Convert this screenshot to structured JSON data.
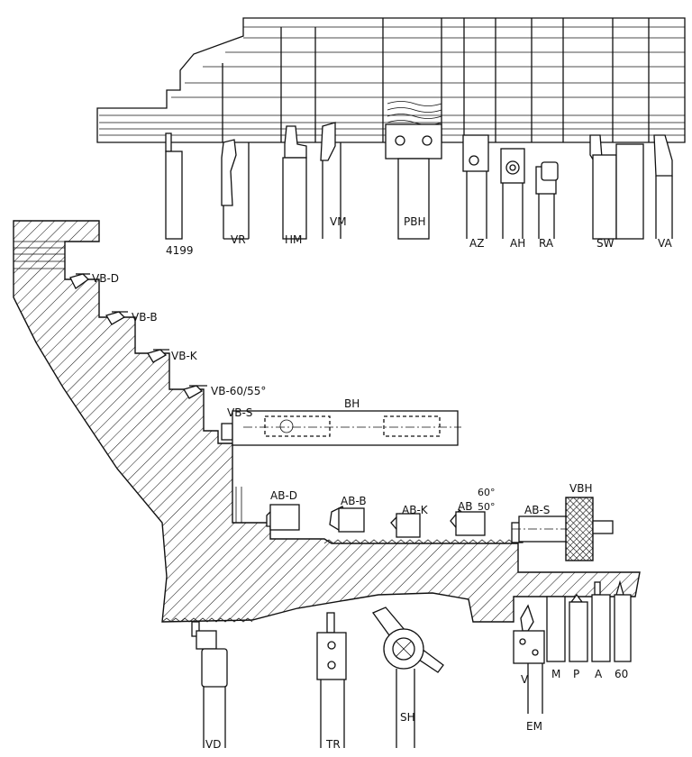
{
  "top_tools": [
    "4199",
    "VR",
    "HM",
    "VM",
    "PBH",
    "AZ",
    "AH",
    "RA",
    "SW",
    "VA"
  ],
  "left_tools": [
    "VB-D",
    "VB-B",
    "VB-K",
    "VB-60/55°",
    "VB-S"
  ],
  "bar_holder": "BH",
  "bore_tools": {
    "ab_d": "AB-D",
    "ab_b": "AB-B",
    "ab_k": "AB-K",
    "ab_60": "AB",
    "deg_60": "60°",
    "deg_50": "50°",
    "ab_s": "AB-S",
    "vbh": "VBH"
  },
  "bottom_tools": [
    "VD",
    "TR",
    "SH",
    "V",
    "EM",
    "M",
    "P",
    "A",
    "60"
  ]
}
